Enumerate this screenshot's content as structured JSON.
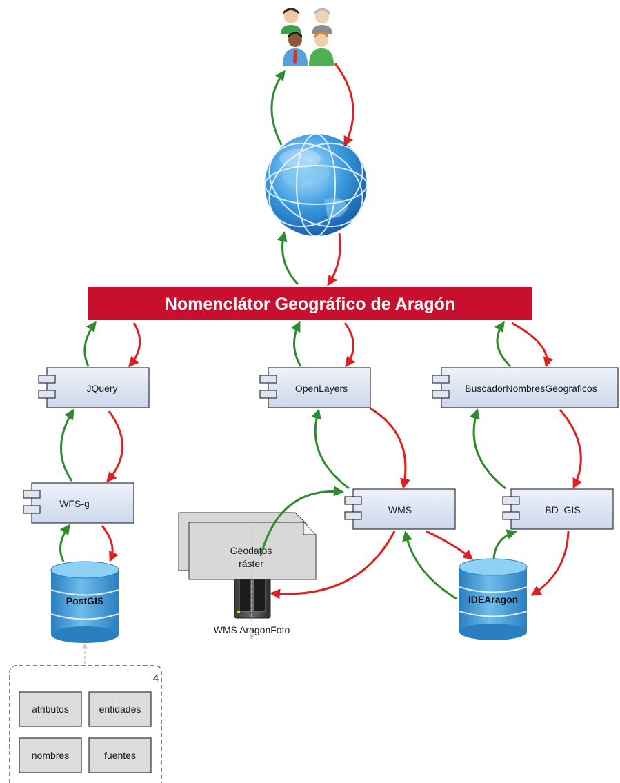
{
  "title": "Nomenclátor Geográfico de Aragón",
  "components": {
    "jquery": "JQuery",
    "openlayers": "OpenLayers",
    "buscador": "BuscadorNombresGeograficos",
    "wfsg": "WFS-g",
    "wms": "WMS",
    "bdgis": "BD_GIS"
  },
  "databases": {
    "postgis": "PostGIS",
    "idearagon": "IDEAragon"
  },
  "server": {
    "label": "WMS AragonFoto"
  },
  "documents": {
    "line1": "Geodatos",
    "line2": "ráster"
  },
  "package": {
    "number": "4",
    "items": [
      "atributos",
      "entidades",
      "nombres",
      "fuentes"
    ]
  },
  "colors": {
    "title_bar": "#c8102e",
    "green_arrow": "#2e8b2e",
    "red_arrow": "#e02020",
    "component_fill": "#dfe6f3",
    "component_stroke": "#333333",
    "db_fill": "#4aa3df",
    "package_item_fill": "#dcdcdc"
  },
  "icons": {
    "users": "users-icon",
    "globe": "globe-icon",
    "server": "server-icon"
  }
}
